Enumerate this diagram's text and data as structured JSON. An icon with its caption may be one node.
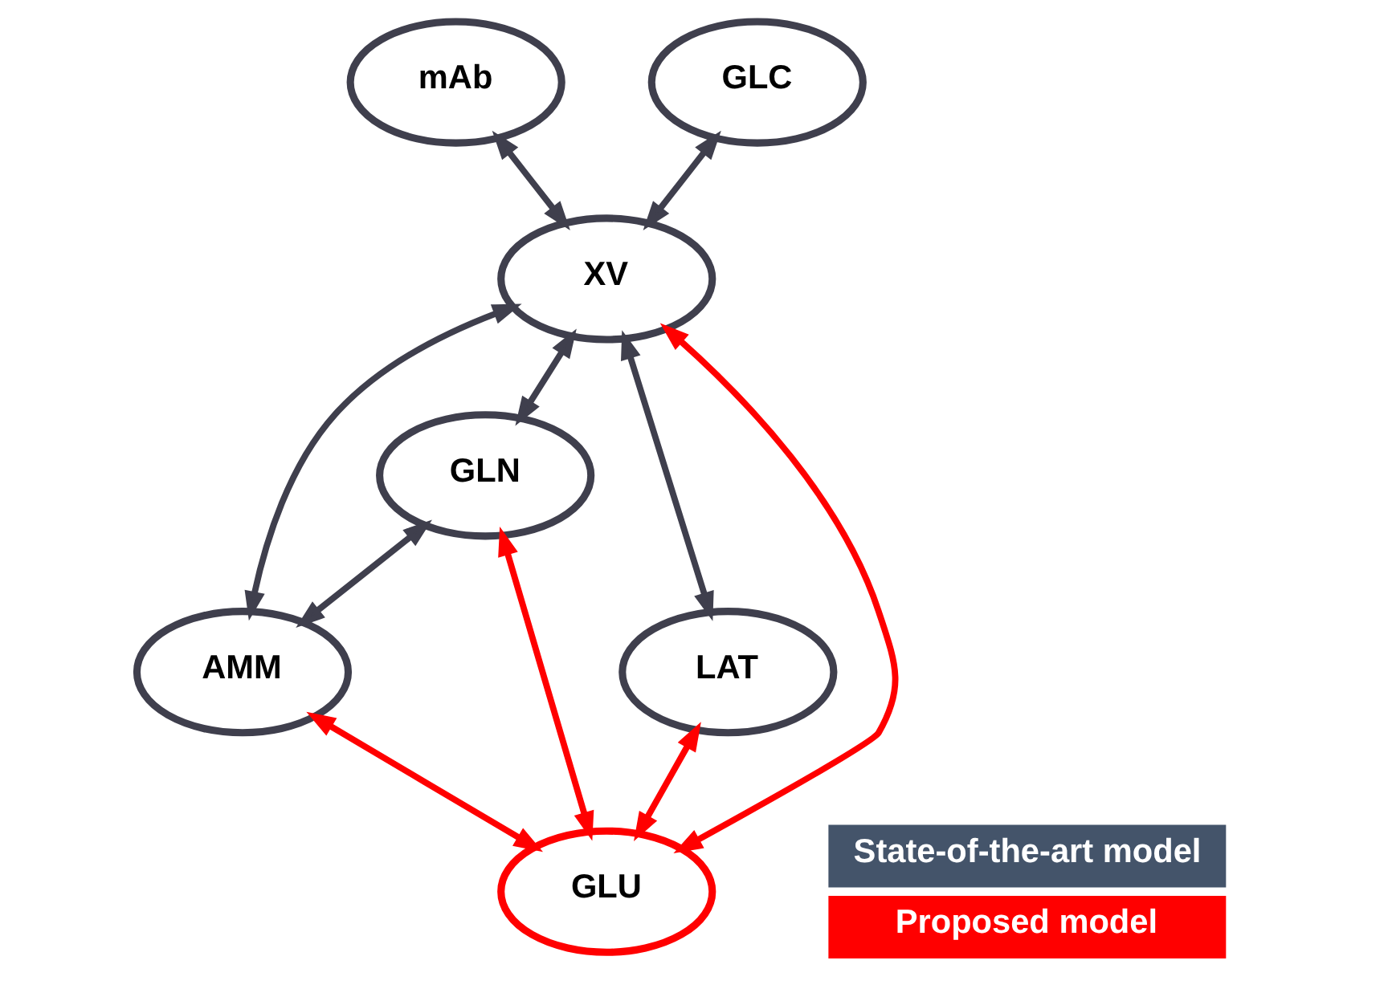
{
  "diagram": {
    "nodes": [
      {
        "text": [
          "mAb"
        ]
      },
      {
        "text": [
          "XV"
        ]
      },
      {
        "text": [
          "GLC"
        ]
      },
      {
        "text": [
          "AMM"
        ]
      },
      {
        "text": [
          "GLN"
        ]
      },
      {
        "text": [
          "LAT"
        ]
      },
      {
        "text": [
          "GLU"
        ]
      }
    ],
    "edges": [
      {
        "from": 0,
        "to": 1,
        "arrow": "both"
      },
      {
        "from": 2,
        "to": 1,
        "arrow": "both"
      },
      {
        "from": 1,
        "to": 3,
        "arrow": "both"
      },
      {
        "from": 1,
        "to": 4,
        "arrow": "both"
      },
      {
        "from": 4,
        "to": 3,
        "arrow": "both"
      },
      {
        "from": 1,
        "to": 5,
        "arrow": "both"
      },
      {
        "from": 1,
        "to": 6,
        "arrow": "both",
        "color": "#ff0000"
      },
      {
        "from": 5,
        "to": 6,
        "arrow": "both",
        "color": "#ff0000"
      },
      {
        "from": 4,
        "to": 6,
        "arrow": "both",
        "color": "#ff0000"
      },
      {
        "from": 3,
        "to": 6,
        "arrow": "both",
        "color": "#ff0000"
      }
    ],
    "legend": [
      {
        "text": "State-of-the-art model",
        "color": "#44546a"
      },
      {
        "text": "Proposed model",
        "color": "#ff0000"
      }
    ]
  }
}
